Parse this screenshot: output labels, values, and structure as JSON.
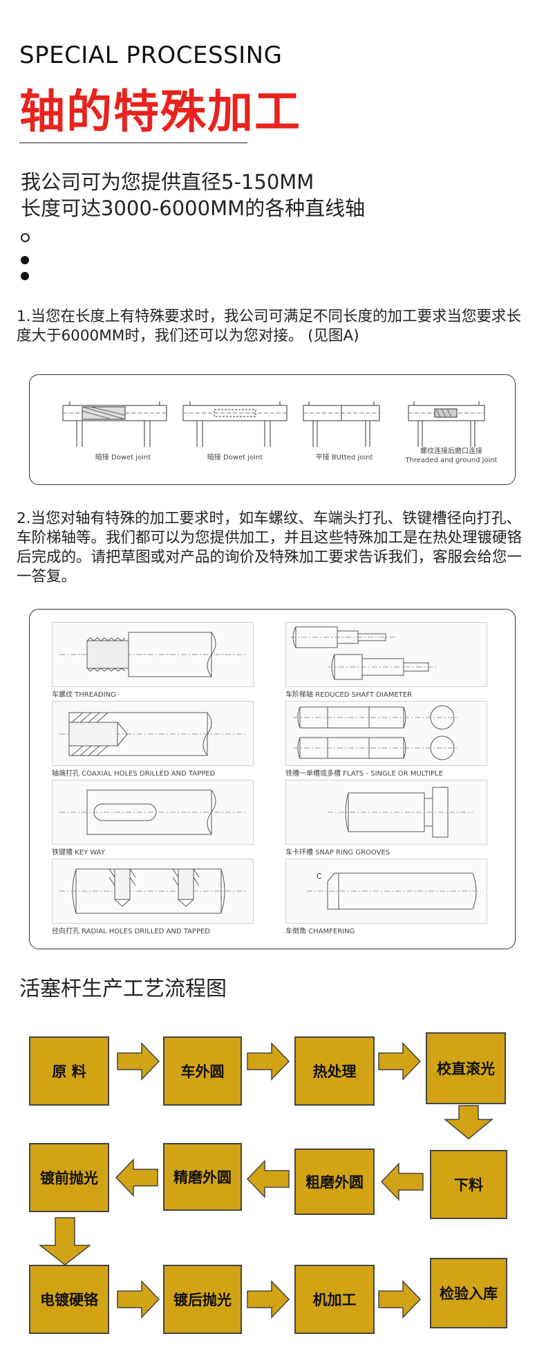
{
  "header": {
    "title_en": "SPECIAL PROCESSING",
    "title_cn": "轴的特殊加工"
  },
  "intro": {
    "line1": "我公司可为您提供直径5-150MM",
    "line2": "长度可达3000-6000MM的各种直线轴"
  },
  "paragraph1": "1.当您在长度上有特殊要求时，我公司可满足不同长度的加工要求当您要求长度大于6000MM时，我们还可以为您对接。 (见图A)",
  "joints": [
    {
      "cn": "暗接",
      "en": "Dowet joint"
    },
    {
      "cn": "暗接",
      "en": "Dowet joint"
    },
    {
      "cn": "平接",
      "en": "BUtted joint"
    },
    {
      "cn": "螺纹连接后磨口连接",
      "en": "Threaded and ground joint"
    }
  ],
  "paragraph2": "2.当您对轴有特殊的加工要求时，如车螺纹、车端头打孔、铁键槽径向打孔、车阶梯轴等。我们都可以为您提供加工，并且这些特殊加工是在热处理镀硬铬后完成的。请把草图或对产品的询价及特殊加工要求告诉我们，客服会给您一一答复。",
  "processes": [
    "车螺纹 THREADING",
    "车阶梯轴 REDUCED SHAFT DIAMETER",
    "轴端打孔 COAXIAL HOLES DRILLED AND TAPPED",
    "铣槽一单槽或多槽 FLATS - SINGLE OR MULTIPLE",
    "铁键槽 KEY WAY",
    "车卡环槽 SNAP RING GROOVES",
    "径向打孔 RADIAL HOLES DRILLED AND TAPPED",
    "车倒角 CHAMFERING"
  ],
  "chamfer_mark": "C",
  "flow": {
    "title": "活塞杆生产工艺流程图",
    "steps": [
      "原 料",
      "车外圆",
      "热处理",
      "校直滚光",
      "下料",
      "粗磨外圆",
      "精磨外圆",
      "镀前抛光",
      "电镀硬铬",
      "镀后抛光",
      "机加工",
      "检验入库"
    ],
    "box_color": "#d2a314"
  },
  "colors": {
    "accent_red": "#e8231e",
    "flow_gold": "#d2a314"
  }
}
